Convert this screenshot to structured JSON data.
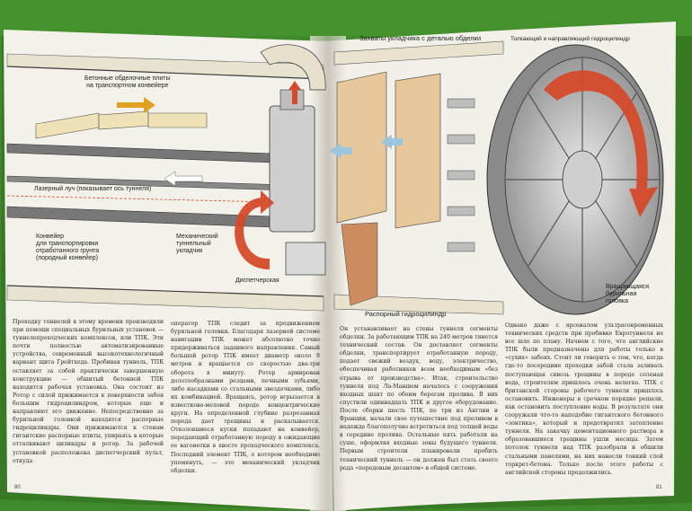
{
  "colors": {
    "background": "#3f8a2a",
    "paper": "#f4f1ea",
    "orange": "#d44a2a",
    "arrow_yellow": "#e0a020",
    "arrow_blue": "#9cc4de"
  },
  "labels": {
    "plates": [
      "Бетонные обделочные плиты",
      "на транспортном конвейере"
    ],
    "laser": "Лазерный луч (показывает ось туннеля)",
    "conveyor": [
      "Конвейер",
      "для транспортировки",
      "отработанного грунта",
      "(породный конвейер)"
    ],
    "cutterhead_mech": [
      "Механический",
      "туннельный",
      "укладчик"
    ],
    "dispatch": "Диспетчерская",
    "grips": "Захваты укладчика с деталью обделки",
    "thrust": "Толкающий и направляющий гидроцилиндр",
    "spreader": "Распорный гидроцилиндр",
    "rotating": [
      "Вращающаяся",
      "бурильная",
      "головка"
    ]
  },
  "page_numbers": {
    "left": "80",
    "right": "81"
  },
  "text": {
    "col1": "Проходку тоннелей в этому времени производили при помощи специальных бурильных установок — туннелепроходческих комплексов, или ТПК. Эти почти полностью автоматизированные устройства, современный высокотехнологичный вариант щита Грейтхеда. Пробивая туннель, ТПК оставляет за собой практически завершенную конструкцию — обшитый бетонной ТПК находится рабочая установка. Она состоит из Ротор с силой прижимается к поверхности забоя большим гидроцилиндром, которые еще и направляют его движение. Непосредственно за бурильной головкой находятся распорные гидроцилиндры. Они прижимаются к стенам гигантские распорные плиты, упираясь в которые отталкивают цилиндры и ротор. За рабочей установкой расположена диспетчерский пульт, откуда",
    "col2": "оператор ТПК следит за продвижением бурильной головки. Благодаря лазерной системе навигации ТПК может абсолютно точно придерживаться заданного направления. Самый большой ротор ТПК имеет диаметр около 9 метров и вращается со скоростью два-три оборота в минуту. Ротор армирован долотообразными резцами, печными зубьями, либо насадками со стальными звездочками, либо их комбинацией. Вращаясь, ротор вгрызается в известково-меловой породе концентрические круги. На определенной глубине разрезанная порода дает трещины и раскалывается. Отколовшиеся куски попадают на конвейер, передающий отработанную породу в ожидающие ее вагонетки в хвосте проходческого комплекса. Последний элемент ТПК, о котором необходимо упомянуть, — это механический укладчик обделки.",
    "col3": "Он устанавливает на стены туннеля сегменты обделки. За работающим ТПК на 240 метров тянется технический состав. Он доставляет сегменты обделки, транспортирует отработанную породу, подает свежий воздух, воду, электричество, обеспечивая работников всем необходимым «без отрыва от производства». Итак, строительство туннеля под Ла-Маншем началось с сооружения входных шахт по обоим берегам пролива. В них спустили одиннадцать ТПК и другое оборудование. После сборки шесть ТПК, по три из Англии и Франции, начали свое путешествие под проливом в надежде благополучно встретиться под толщей воды в середине пролива. Остальные пять работали на суше, оформляя входные зоны будущего туннеля. Первым строители планировали пробить технический туннель — он должен был стать своего рода «передовым десантом» в общей системе.",
    "col4": "Однако даже с ярсеналом ультрасовременных технических средств при пробивке Евротуннеля не все шло по плану. Начнем с того, что английские ТПК были предназначены для работы только в «сухих» забоях. Стоит ли говорить о том, что, когда где-то посередине проходки забой стала заливать поступающая сквозь трещины в породе соленая вода, строителям пришлось очень нелегко. ТПК с британской стороны рабочего туннеля пришлось остановить. Инженеры в срочном порядке решали, как остановить поступление воды. В результате они сооружали что-то наподобие гигантского бетонного «зонтика», который и предотвратил затопление туннеля. На закачку цементационного раствора в образовавшиеся трещины ушли месяцы. Затем потолок туннеля над ТПК разобрали и обшили стальными панелями, на них нанесли тонкий слой торкрет-бетона. Только после этого работы с английской стороны продолжились."
  }
}
